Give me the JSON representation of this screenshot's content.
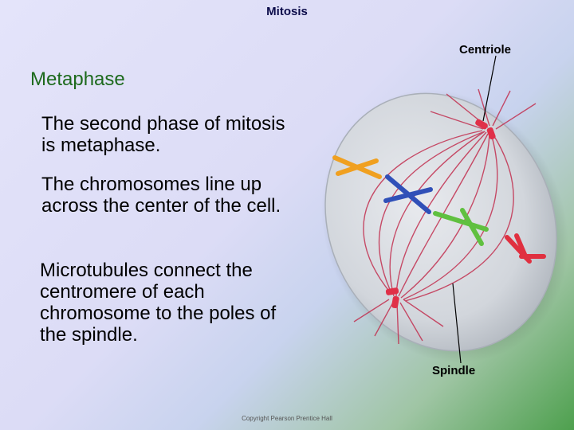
{
  "slide": {
    "title": "Mitosis",
    "heading": "Metaphase",
    "paragraphs": [
      "The second phase of mitosis is metaphase.",
      "The chromosomes line up across the center of the cell.",
      "Microtubules connect the centromere of each chromosome to the poles of the spindle."
    ],
    "copyright": "Copyright Pearson Prentice Hall"
  },
  "diagram": {
    "labels": {
      "centriole": "Centriole",
      "spindle": "Spindle"
    },
    "colors": {
      "heading": "#1d6a1d",
      "spindle_fiber": "#c23050",
      "centriole": "#e03048",
      "chromosome_orange": "#f0a020",
      "chromosome_blue": "#3050b8",
      "chromosome_green": "#60c040",
      "chromosome_red": "#e03040"
    },
    "icons": [
      "cell-icon",
      "centriole-icon",
      "chromosome-icon",
      "spindle-fiber-icon"
    ]
  }
}
